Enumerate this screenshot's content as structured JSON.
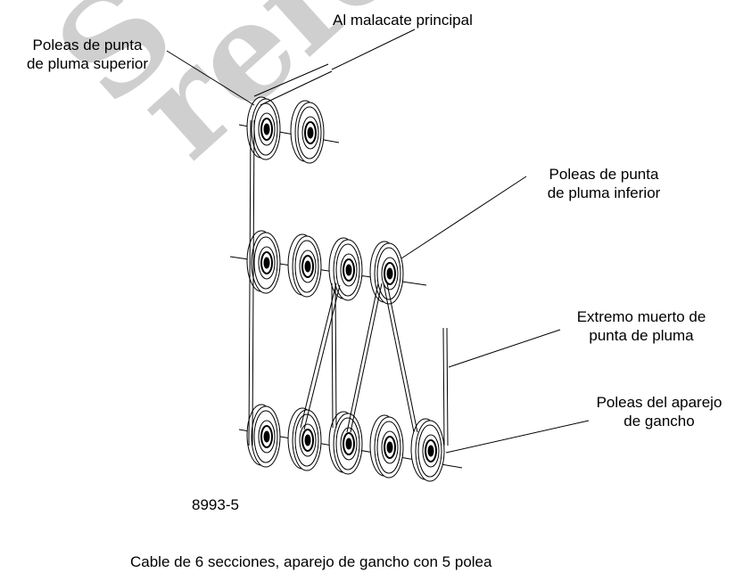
{
  "watermark": {
    "text": "Solo referencia",
    "color": "#cfcfcf"
  },
  "labels": {
    "main_hoist": "Al malacate principal",
    "upper_sheaves_line1": "Poleas de punta",
    "upper_sheaves_line2": "de pluma superior",
    "lower_sheaves_line1": "Poleas de punta",
    "lower_sheaves_line2": "de pluma inferior",
    "dead_end_line1": "Extremo muerto de",
    "dead_end_line2": "punta de pluma",
    "hook_block_line1": "Poleas del aparejo",
    "hook_block_line2": "de gancho"
  },
  "figure_number": "8993-5",
  "caption": "Cable de 6 secciones, aparejo de gancho con 5 polea",
  "sheave_groups": [
    {
      "name": "upper-boom-tip",
      "count": 2
    },
    {
      "name": "lower-boom-tip",
      "count": 4
    },
    {
      "name": "hook-block",
      "count": 5
    }
  ],
  "colors": {
    "line": "#000000",
    "watermark": "#cfcfcf",
    "background": "#ffffff"
  }
}
